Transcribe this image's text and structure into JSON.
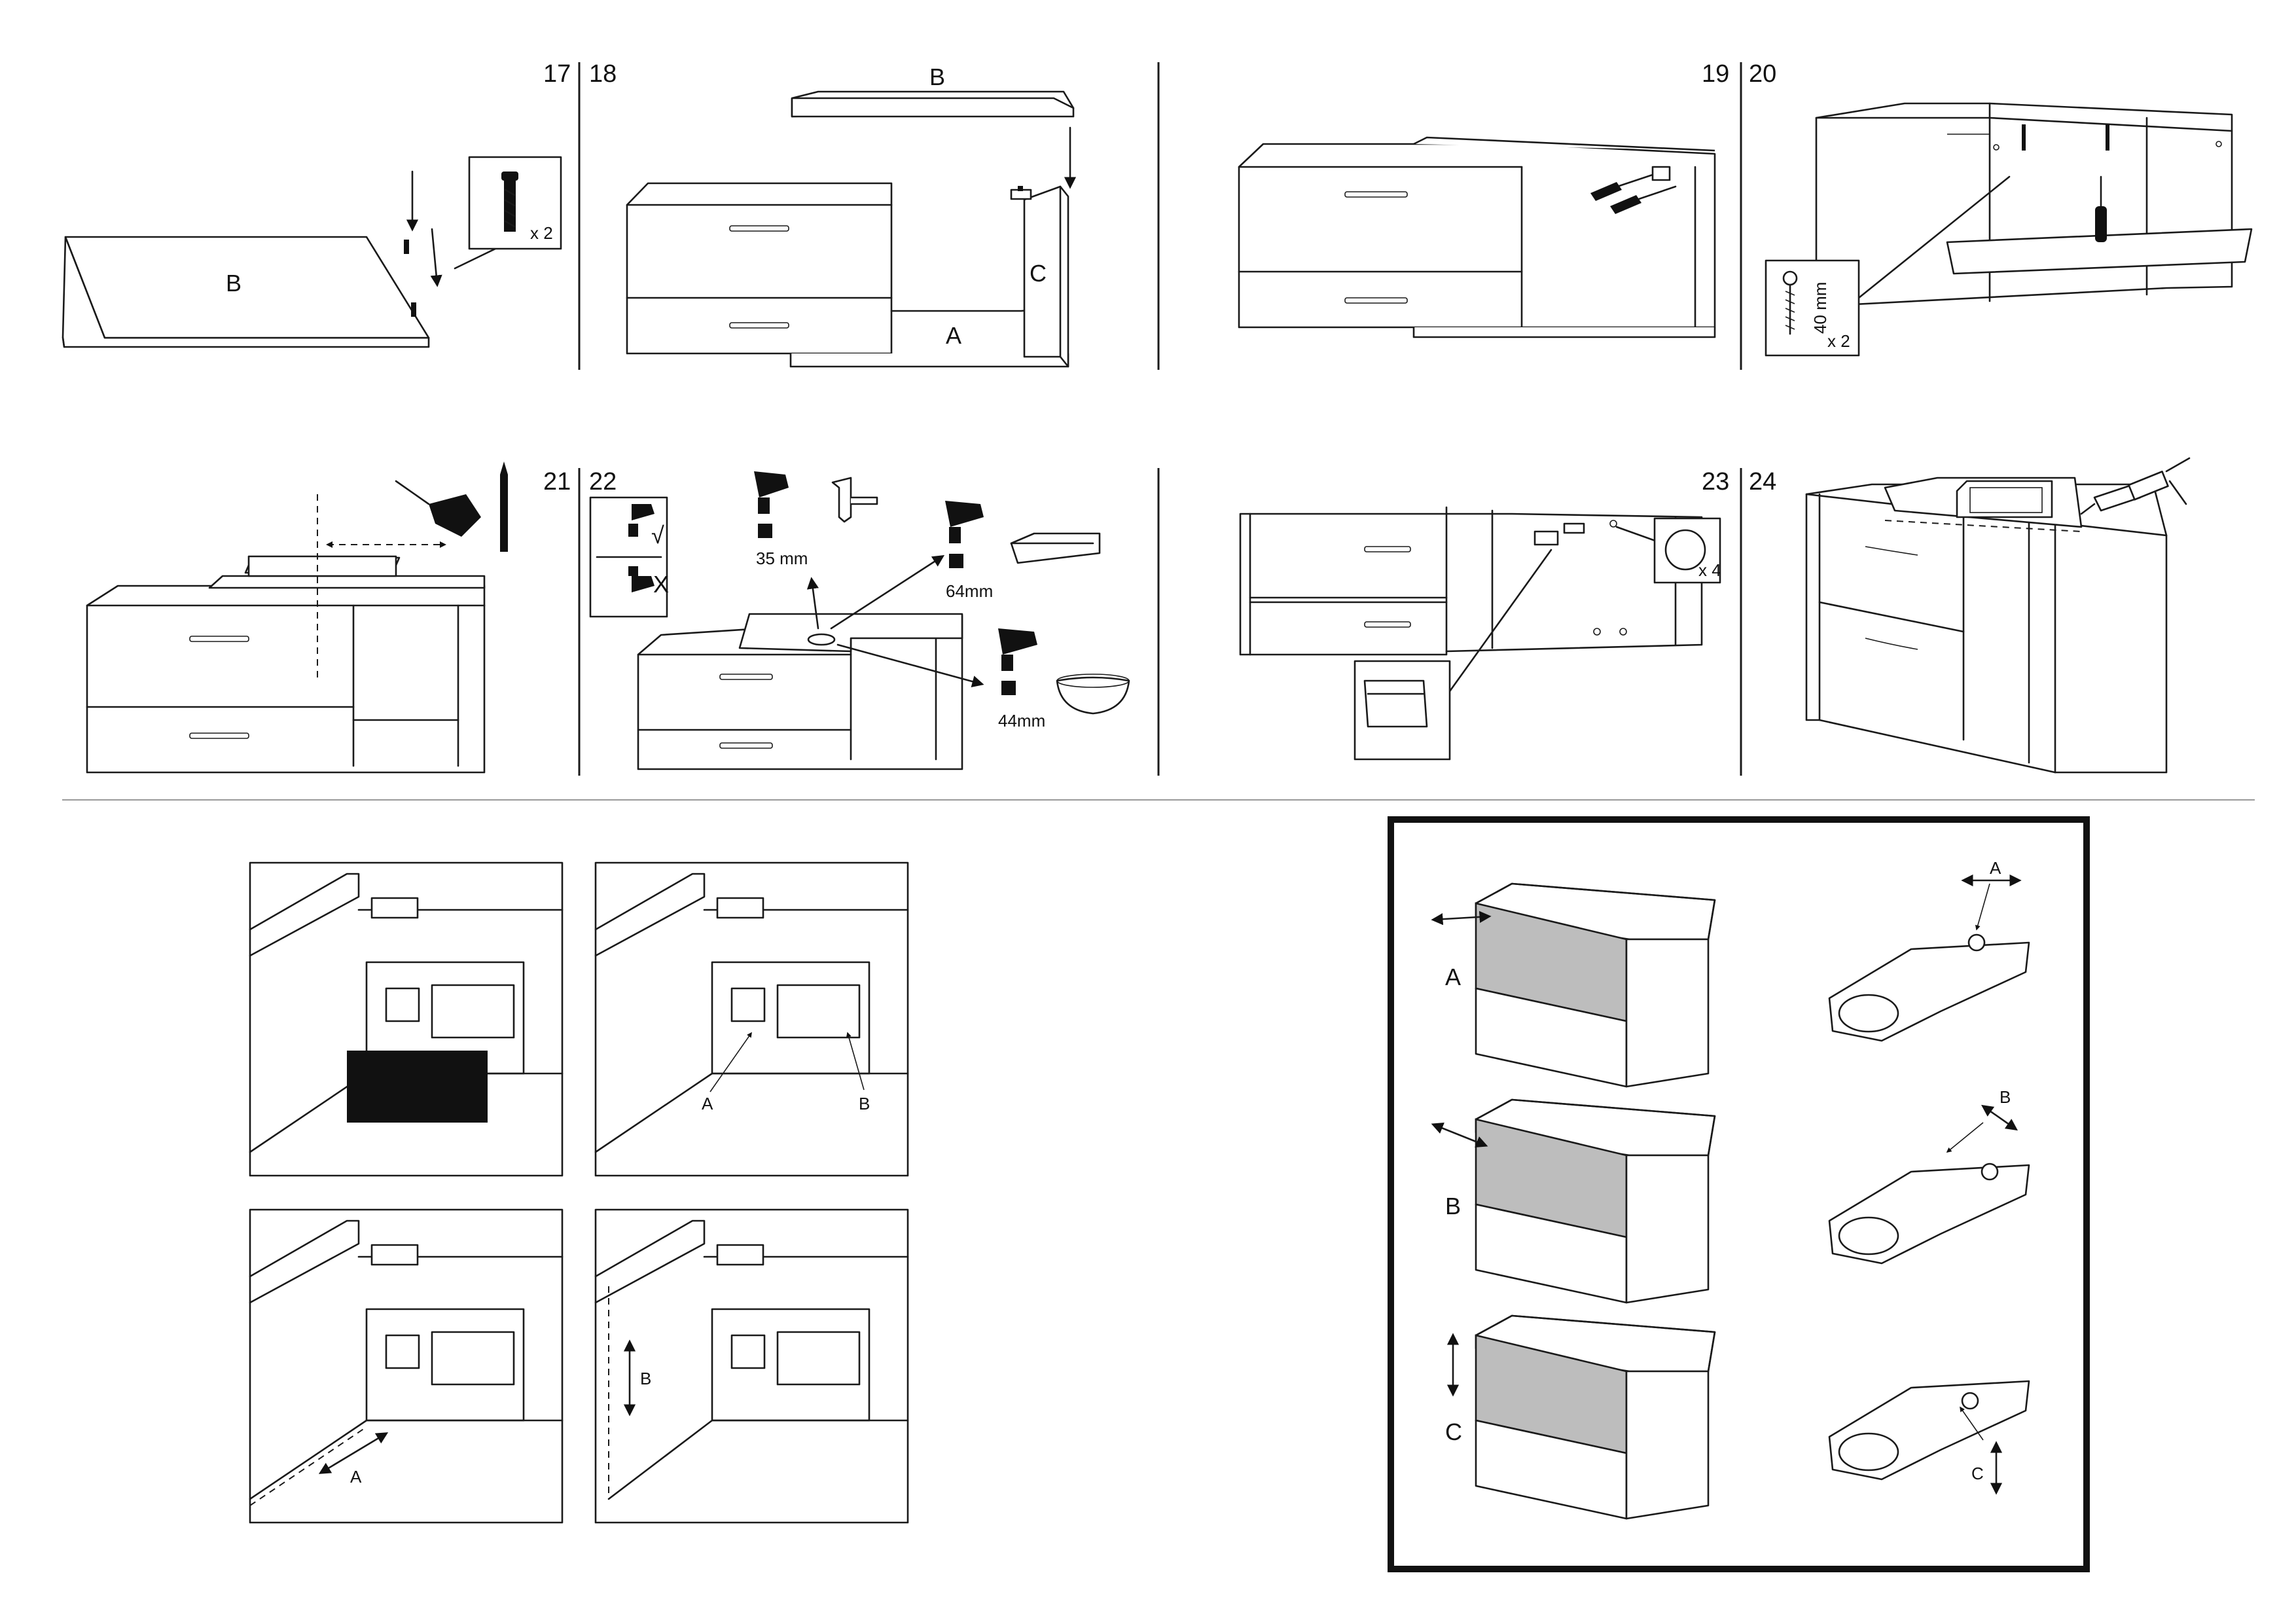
{
  "steps": {
    "s17": "17",
    "s18": "18",
    "s19": "19",
    "s20": "20",
    "s21": "21",
    "s22": "22",
    "s23": "23",
    "s24": "24"
  },
  "labels": {
    "panel_b": "B",
    "panel_a": "A",
    "panel_c": "C",
    "qty_x2": "x 2",
    "qty_x4": "x 4",
    "screw_len": "40 mm",
    "drill_35": "35 mm",
    "drill_64": "64mm",
    "drill_44": "44mm",
    "check": "√",
    "cross": "X",
    "adj_a": "A",
    "adj_b": "B",
    "adj_c": "C"
  },
  "icons": [
    "dowel-icon",
    "screwdriver-icon",
    "screw-icon",
    "drill-icon",
    "pencil-icon",
    "tape-measure-icon",
    "silicone-gun-icon",
    "faucet-icon",
    "hinge-icon",
    "arrow-icon"
  ]
}
